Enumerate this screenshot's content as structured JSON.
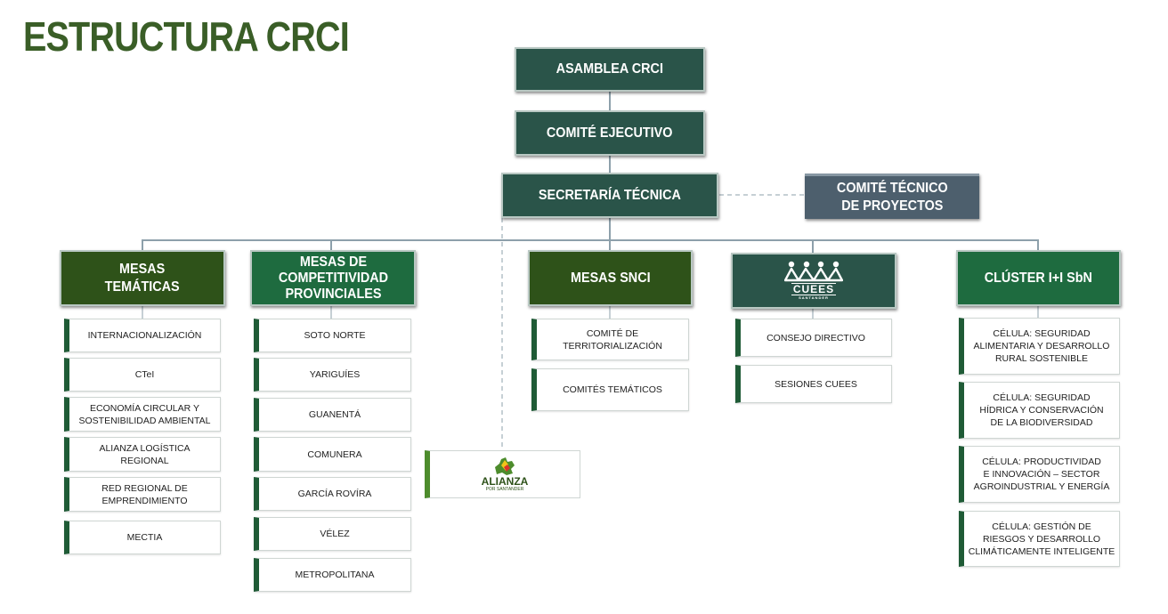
{
  "title": "ESTRUCTURA CRCI",
  "top": {
    "asamblea": "ASAMBLEA CRCI",
    "comite_ejecutivo": "COMITÉ EJECUTIVO",
    "secretaria": "SECRETARÍA TÉCNICA",
    "comite_tecnico": "COMITÉ TÉCNICO\nDE PROYECTOS"
  },
  "columns": {
    "mesas_tematicas": {
      "header": "MESAS\nTEMÁTICAS",
      "items": [
        "INTERNACIONALIZACIÓN",
        "CTeI",
        "ECONOMÍA CIRCULAR Y\nSOSTENIBILIDAD AMBIENTAL",
        "ALIANZA LOGÍSTICA\nREGIONAL",
        "RED REGIONAL DE\nEMPRENDIMIENTO",
        "MECTIA"
      ]
    },
    "mesas_provinciales": {
      "header": "MESAS DE\nCOMPETITIVIDAD\nPROVINCIALES",
      "items": [
        "SOTO NORTE",
        "YARIGUÍES",
        "GUANENTÁ",
        "COMUNERA",
        "GARCÍA ROVÍRA",
        "VÉLEZ",
        "METROPOLITANA"
      ]
    },
    "mesas_snci": {
      "header": "MESAS SNCI",
      "items": [
        "COMITÉ DE\nTERRITORIALIZACIÓN",
        "COMITÉS TEMÁTICOS"
      ]
    },
    "cuees": {
      "logo_text": "CUEES",
      "logo_sub": "SANTANDER",
      "items": [
        "CONSEJO DIRECTIVO",
        "SESIONES CUEES"
      ]
    },
    "cluster": {
      "header": "CLÚSTER I+I SbN",
      "items": [
        "CÉLULA: SEGURIDAD\nALIMENTARIA Y DESARROLLO\nRURAL SOSTENIBLE",
        "CÉLULA: SEGURIDAD\nHÍDRICA Y CONSERVACIÓN\nDE LA BIODIVERSIDAD",
        "CÉLULA: PRODUCTIVIDAD\nE INNOVACIÓN – SECTOR\nAGROINDUSTRIAL Y ENERGÍA",
        "CÉLULA: GESTIÓN DE\nRIESGOS Y DESARROLLO\nCLIMÁTICAMENTE INTELIGENTE"
      ]
    }
  },
  "alianza": {
    "logo_text": "ALIANZA",
    "logo_sub": "POR SANTANDER"
  },
  "colors": {
    "title": "#3a5e27",
    "teal": "#2a5449",
    "slate": "#4d5f6d",
    "dark_green": "#2e5219",
    "green": "#1e6b3f",
    "connector": "#8da0ab"
  }
}
